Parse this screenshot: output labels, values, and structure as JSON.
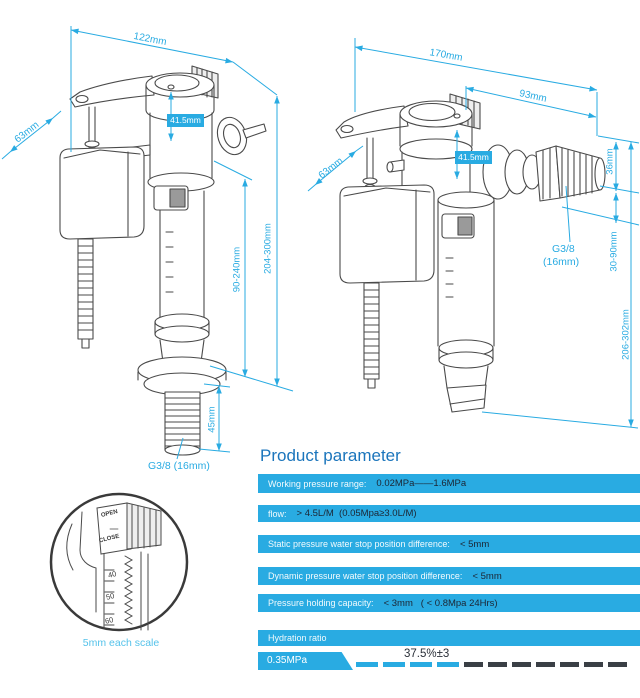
{
  "colors": {
    "accent_blue": "#29ABE2",
    "title_blue": "#1B75BC",
    "value_dark": "#1c2533",
    "line_gray": "#4a4a4a"
  },
  "left_valve": {
    "dim_width": "122mm",
    "dim_depth": "63mm",
    "dim_cap": "41.5mm",
    "dim_float_range": "90-240mm",
    "dim_total_range": "204-300mm",
    "dim_shank": "45mm",
    "thread_label": "G3/8 (16mm)"
  },
  "right_valve": {
    "dim_width": "170mm",
    "dim_body": "93mm",
    "dim_depth": "63mm",
    "dim_cap": "41.5mm",
    "dim_inlet": "36mm",
    "dim_inlet_range": "30-90mm",
    "dim_total_range": "206-302mm",
    "thread_label_1": "G3/8",
    "thread_label_2": "(16mm)"
  },
  "detail_view": {
    "open": "OPEN",
    "close": "CLOSE",
    "marks": [
      "40",
      "50",
      "60"
    ],
    "caption": "5mm each scale"
  },
  "product": {
    "title": "Product parameter",
    "rows": [
      {
        "label": "Working pressure range:",
        "value": "0.02MPa——1.6MPa"
      },
      {
        "label": "flow:",
        "value": "> 4.5L/M  (0.05Mpa≥3.0L/M)"
      },
      {
        "label": "Static pressure water stop position difference:",
        "value": "< 5mm"
      },
      {
        "label": "Dynamic pressure water stop position difference:",
        "value": "< 5mm"
      },
      {
        "label": "Pressure holding capacity:",
        "value": "< 3mm   ( < 0.8Mpa 24Hrs)"
      },
      {
        "label": "Hydration ratio",
        "value": ""
      }
    ],
    "hydration_pressure": "0.35MPa",
    "hydration_ratio": "37.5%±3"
  }
}
